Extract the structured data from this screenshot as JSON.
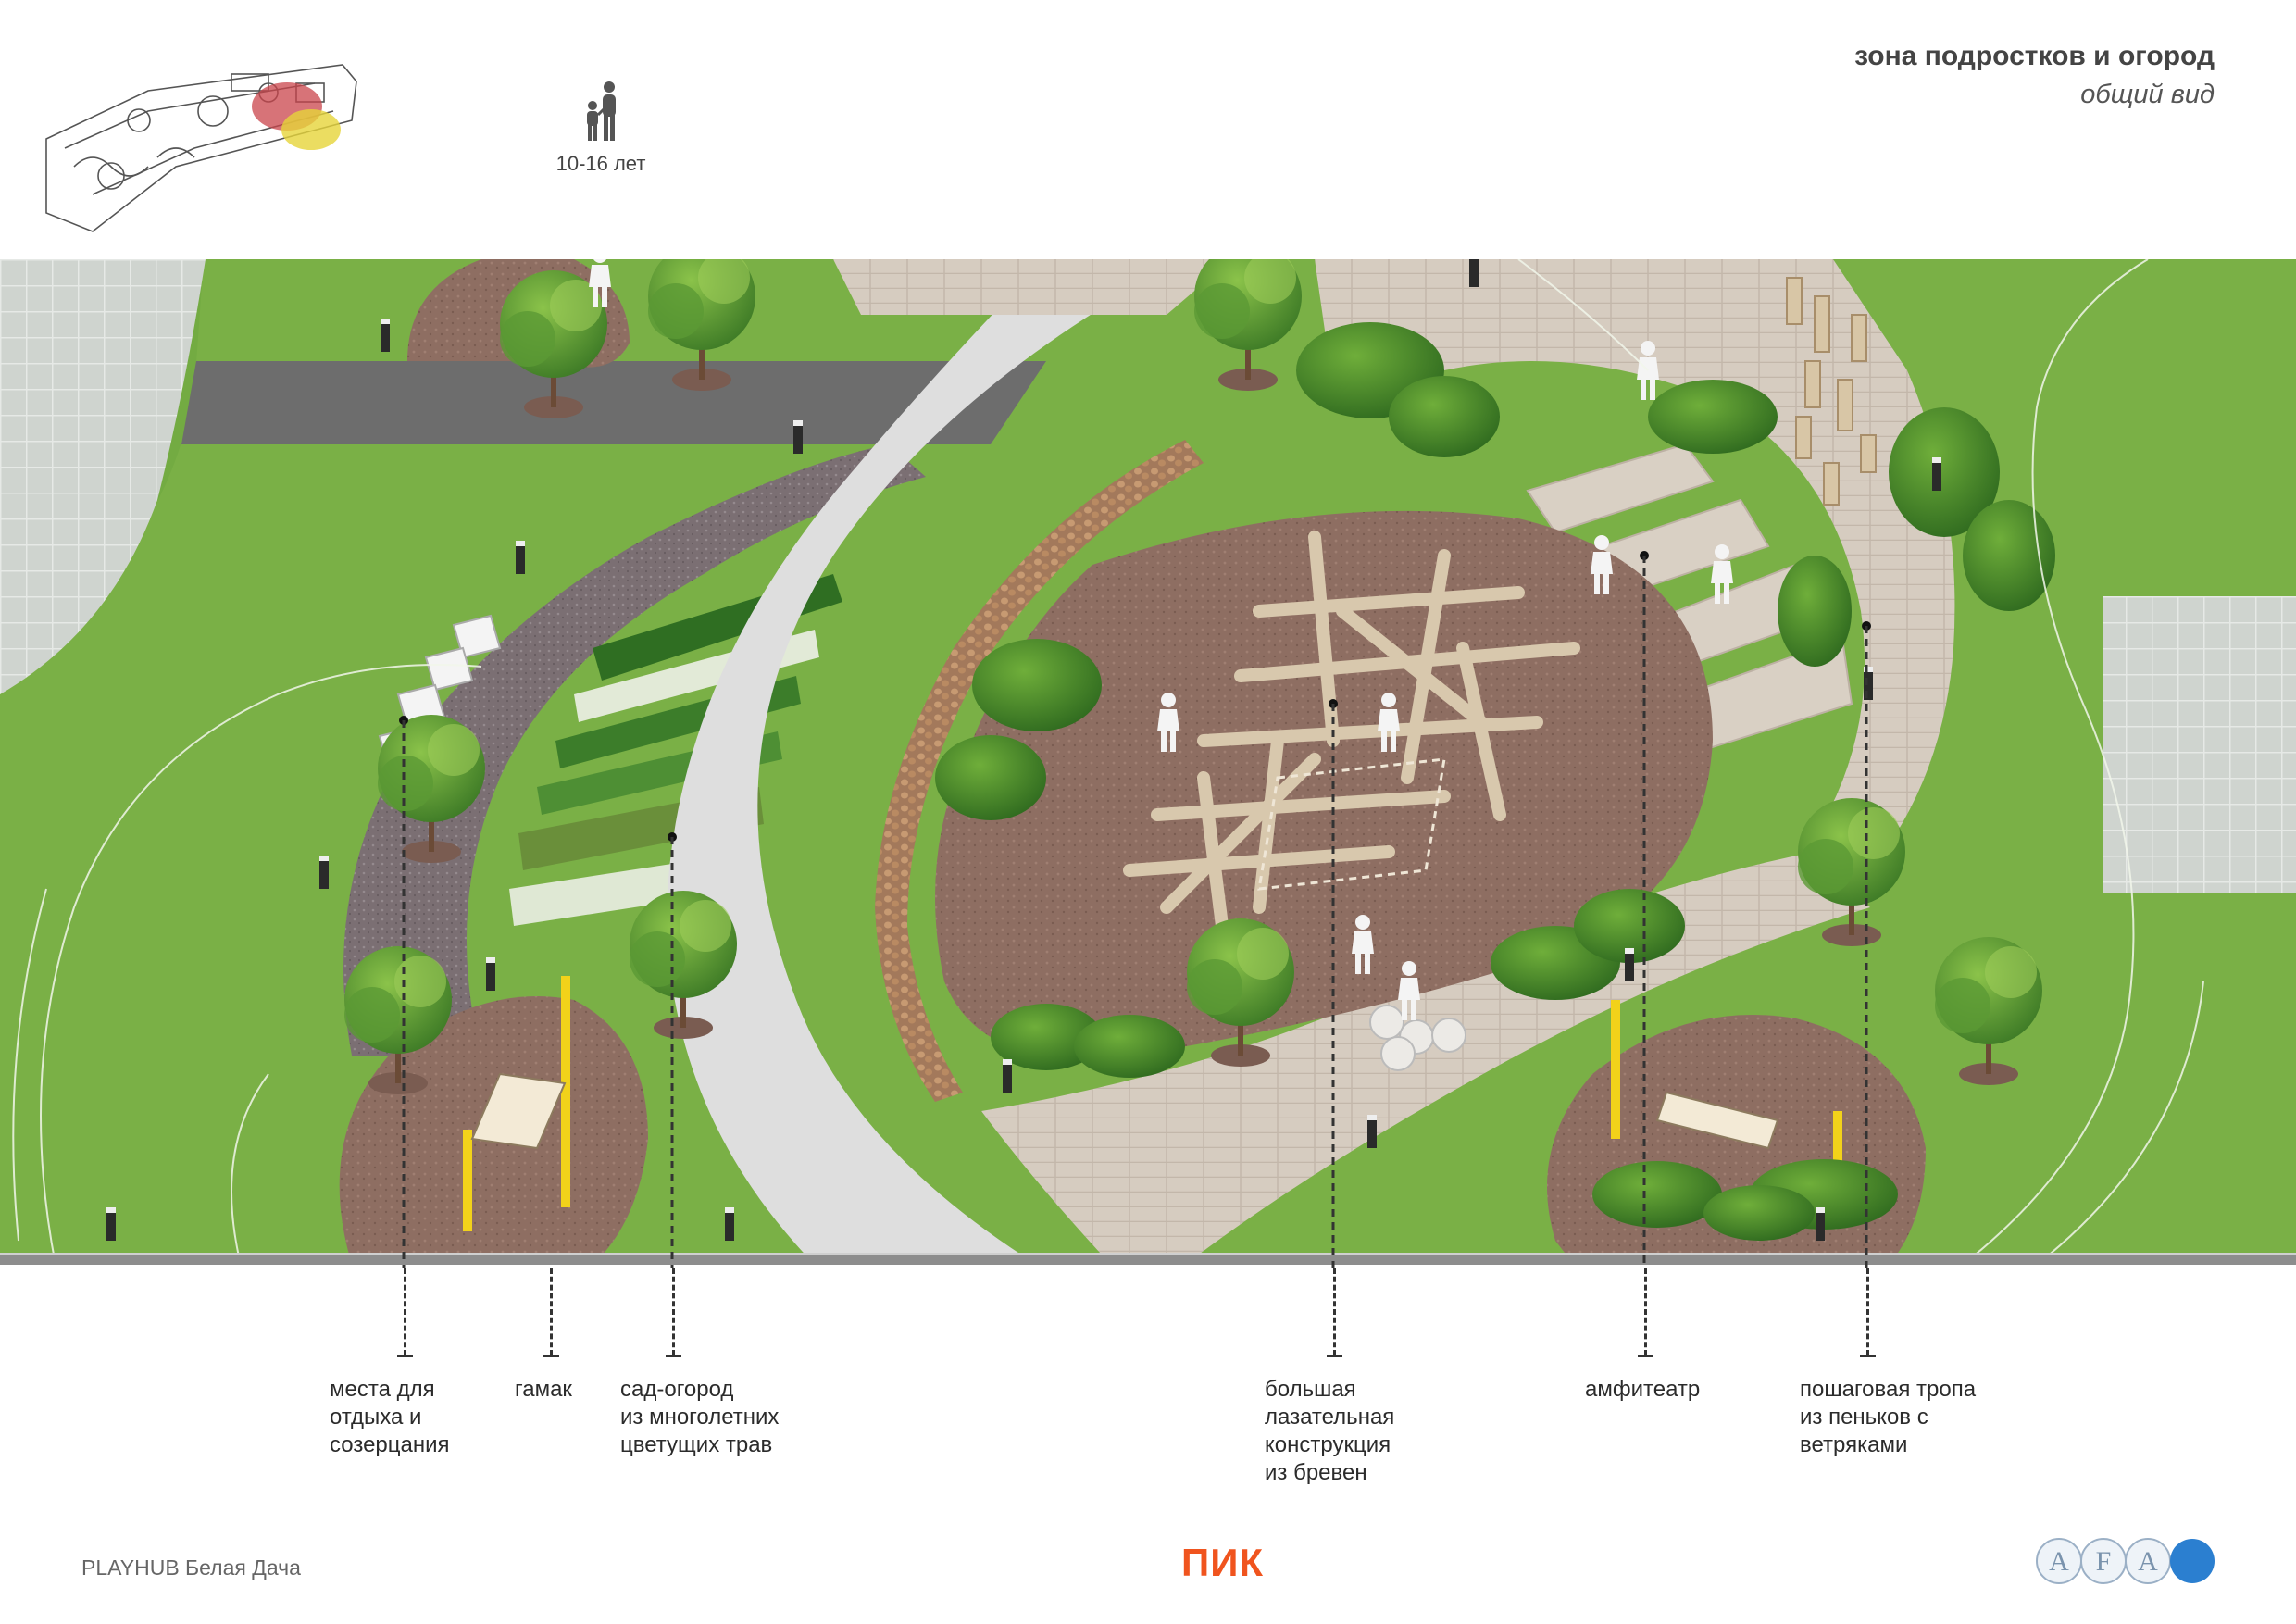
{
  "header": {
    "title": "зона подростков и огород",
    "subtitle": "общий вид",
    "age_range": "10-16 лет",
    "age_icon": "parent-child-icon"
  },
  "callouts": [
    {
      "id": "rest",
      "lines": [
        "места для",
        "отдыха и",
        "созерцания"
      ]
    },
    {
      "id": "hammock",
      "lines": [
        "гамак"
      ]
    },
    {
      "id": "garden",
      "lines": [
        "сад-огород",
        "из многолетних",
        "цветущих трав"
      ]
    },
    {
      "id": "climbing",
      "lines": [
        "большая",
        "лазательная",
        "конструкция",
        "из бревен"
      ]
    },
    {
      "id": "amphitheater",
      "lines": [
        "амфитеатр"
      ]
    },
    {
      "id": "stump-path",
      "lines": [
        "пошаговая тропа",
        "из пеньков с",
        "ветряками"
      ]
    }
  ],
  "footer": {
    "project": "PLAYHUB Белая Дача",
    "brand": "ПИК",
    "partner_letters": [
      "A",
      "F",
      "A"
    ]
  },
  "colors": {
    "grass": "#7fb54a",
    "grass_dark": "#5e9a35",
    "mulch": "#8e6e62",
    "path": "#d9cfc4",
    "asphalt": "#6d6d6d",
    "paving": "#c9cfc9",
    "brand_orange": "#f0541e",
    "afa_blue": "#2b7fd0"
  }
}
